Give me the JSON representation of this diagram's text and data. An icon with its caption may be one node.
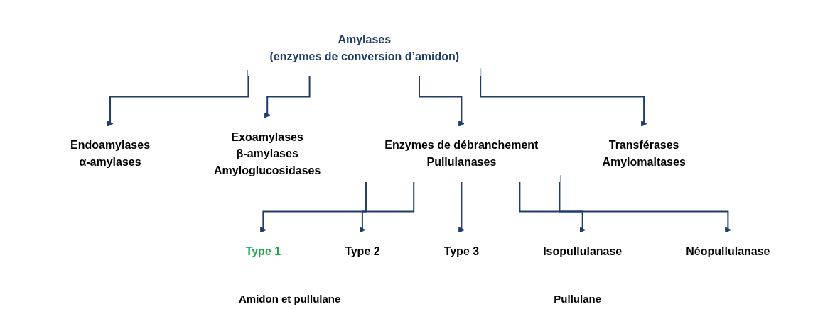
{
  "diagram": {
    "nodes": [
      {
        "text": [
          "Amylases",
          "(enzymes de conversion d’amidon)"
        ]
      },
      {
        "text": [
          "Endoamylases",
          "α-amylases"
        ]
      },
      {
        "text": [
          "Exoamylases",
          "β-amylases",
          "Amyloglucosidases"
        ]
      },
      {
        "text": [
          "Enzymes de débranchement",
          "Pullulanases"
        ]
      },
      {
        "text": [
          "Transférases",
          "Amylomaltases"
        ]
      },
      {
        "text": [
          "Type 1"
        ]
      },
      {
        "text": [
          "Type 2"
        ]
      },
      {
        "text": [
          "Type 3"
        ]
      },
      {
        "text": [
          "Isopullulanase"
        ]
      },
      {
        "text": [
          "Néopullulanase"
        ]
      }
    ],
    "edges": [
      {
        "from": 0,
        "to": 1,
        "arrow": "to"
      },
      {
        "from": 0,
        "to": 2,
        "arrow": "to"
      },
      {
        "from": 0,
        "to": 3,
        "arrow": "to"
      },
      {
        "from": 0,
        "to": 4,
        "arrow": "to"
      },
      {
        "from": 3,
        "to": 5,
        "arrow": "to"
      },
      {
        "from": 3,
        "to": 6,
        "arrow": "to"
      },
      {
        "from": 3,
        "to": 7,
        "arrow": "to"
      },
      {
        "from": 3,
        "to": 8,
        "arrow": "to"
      },
      {
        "from": 3,
        "to": 9,
        "arrow": "to"
      }
    ],
    "labels": [
      "Amidon et pullulane",
      "Pullulane"
    ]
  }
}
